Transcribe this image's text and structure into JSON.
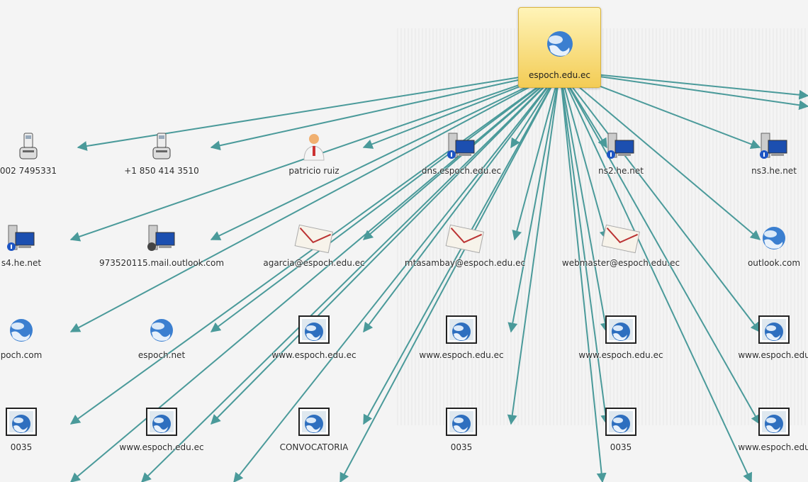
{
  "root": {
    "label": "espoch.edu.ec",
    "icon": "globe-icon"
  },
  "nodes": [
    {
      "label": "002 7495331",
      "icon": "phone-icon"
    },
    {
      "label": "+1 850 414 3510",
      "icon": "phone-icon"
    },
    {
      "label": "patricio ruiz",
      "icon": "person-icon"
    },
    {
      "label": "dns.espoch.edu.ec",
      "icon": "nameserver-icon"
    },
    {
      "label": "ns2.he.net",
      "icon": "nameserver-icon"
    },
    {
      "label": "ns3.he.net",
      "icon": "nameserver-icon"
    },
    {
      "label": "s4.he.net",
      "icon": "nameserver-icon"
    },
    {
      "label": "973520115.mail.outlook.com",
      "icon": "mailserver-icon"
    },
    {
      "label": "agarcia@espoch.edu.ec",
      "icon": "email-icon"
    },
    {
      "label": "mtasambay@espoch.edu.ec",
      "icon": "email-icon"
    },
    {
      "label": "webmaster@espoch.edu.ec",
      "icon": "email-icon"
    },
    {
      "label": "outlook.com",
      "icon": "globe-icon"
    },
    {
      "label": "poch.com",
      "icon": "globe-icon"
    },
    {
      "label": "espoch.net",
      "icon": "globe-icon"
    },
    {
      "label": "www.espoch.edu.ec",
      "icon": "website-icon"
    },
    {
      "label": "www.espoch.edu.ec",
      "icon": "website-icon"
    },
    {
      "label": "www.espoch.edu.ec",
      "icon": "website-icon"
    },
    {
      "label": "www.espoch.edu",
      "icon": "website-icon"
    },
    {
      "label": "0035",
      "icon": "website-icon"
    },
    {
      "label": "www.espoch.edu.ec",
      "icon": "website-icon"
    },
    {
      "label": "CONVOCATORIA",
      "icon": "website-icon"
    },
    {
      "label": "0035",
      "icon": "website-icon"
    },
    {
      "label": "0035",
      "icon": "website-icon"
    },
    {
      "label": "www.espoch.edu",
      "icon": "website-icon"
    }
  ],
  "colors": {
    "edge": "#4a9a9a",
    "root_bg": "#f6d45e",
    "background": "#f4f4f4"
  }
}
